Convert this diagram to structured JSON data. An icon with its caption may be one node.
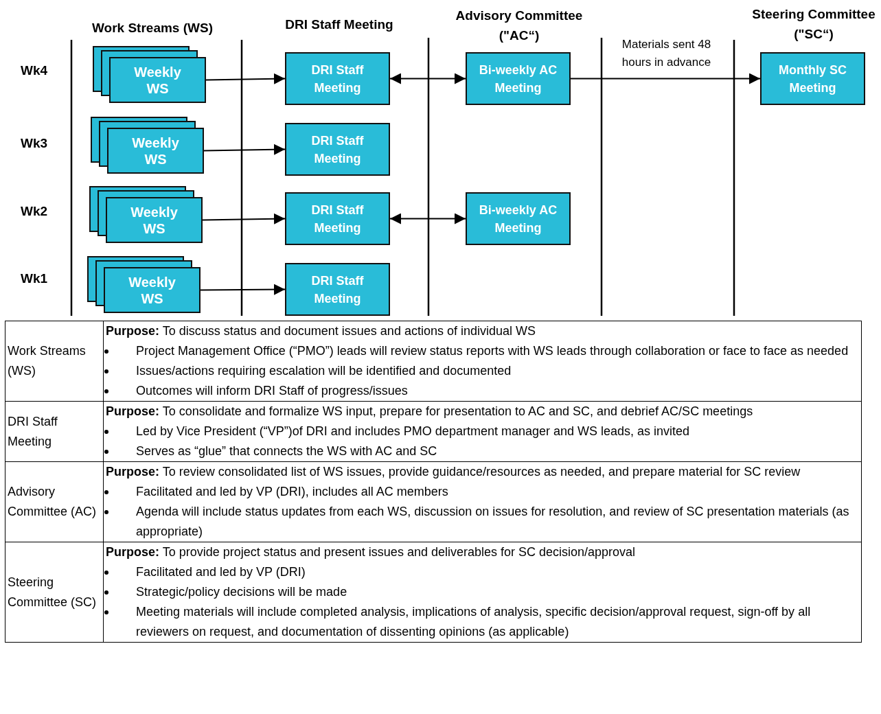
{
  "diagram": {
    "nodes": [
      {
        "text": [
          "Weekly WS"
        ]
      },
      {
        "text": [
          "DRI Staff Meeting"
        ]
      },
      {
        "text": [
          "Bi-weekly AC Meeting"
        ]
      },
      {
        "text": [
          "Monthly SC Meeting"
        ]
      },
      {
        "text": [
          "Weekly WS"
        ]
      },
      {
        "text": [
          "DRI Staff Meeting"
        ]
      },
      {
        "text": [
          "Weekly WS"
        ]
      },
      {
        "text": [
          "DRI Staff Meeting"
        ]
      },
      {
        "text": [
          "Bi-weekly AC Meeting"
        ]
      },
      {
        "text": [
          "Weekly WS"
        ]
      },
      {
        "text": [
          "DRI Staff Meeting"
        ]
      }
    ],
    "edges": [
      {
        "from": 0,
        "to": 1,
        "arrow": "to"
      },
      {
        "from": 1,
        "to": 2,
        "arrow": "both"
      },
      {
        "from": 2,
        "to": 3,
        "arrow": "to",
        "label": "Materials sent 48 hours in advance"
      },
      {
        "from": 4,
        "to": 5,
        "arrow": "to"
      },
      {
        "from": 6,
        "to": 7,
        "arrow": "to"
      },
      {
        "from": 7,
        "to": 8,
        "arrow": "both"
      },
      {
        "from": 9,
        "to": 10,
        "arrow": "to"
      }
    ],
    "labels": [
      "Work Streams (WS)",
      "DRI Staff Meeting",
      "Advisory Committee (\"AC“)",
      "Steering Committee (\"SC“)",
      "Wk4",
      "Wk3",
      "Wk2",
      "Wk1",
      "Work Streams (WS)",
      "**Purpose:** To discuss status and document issues and actions of individual WS",
      "Project Management Office (“PMO”) leads will review status reports with WS leads through collaboration or face to face as needed",
      "Issues/actions requiring escalation will be identified and documented",
      "Outcomes will inform DRI Staff of progress/issues",
      "DRI Staff Meeting",
      "**Purpose:** To consolidate and formalize WS input, prepare for presentation to AC and SC, and debrief AC/SC meetings",
      "Led by Vice President (“VP”)of DRI and includes PMO department manager and WS leads, as invited",
      "Serves as “glue” that connects the WS with AC and SC",
      "Advisory Committee (AC)",
      "**Purpose:** To review consolidated list of WS issues, provide guidance/resources as needed, and prepare material for SC review",
      "Facilitated and led by VP (DRI), includes all AC members",
      "Agenda will include status updates from each WS, discussion on issues for resolution, and review of SC presentation materials (as appropriate)",
      "Steering Committee (SC)",
      "**Purpose:** To provide project status and present issues and deliverables for SC decision/approval",
      "Facilitated and led by VP (DRI)",
      "Strategic/policy decisions will be made",
      "Meeting materials will include completed analysis, implications of analysis, specific decision/approval request, sign-off by all reviewers on request, and documentation of dissenting opinions (as applicable)"
    ]
  }
}
